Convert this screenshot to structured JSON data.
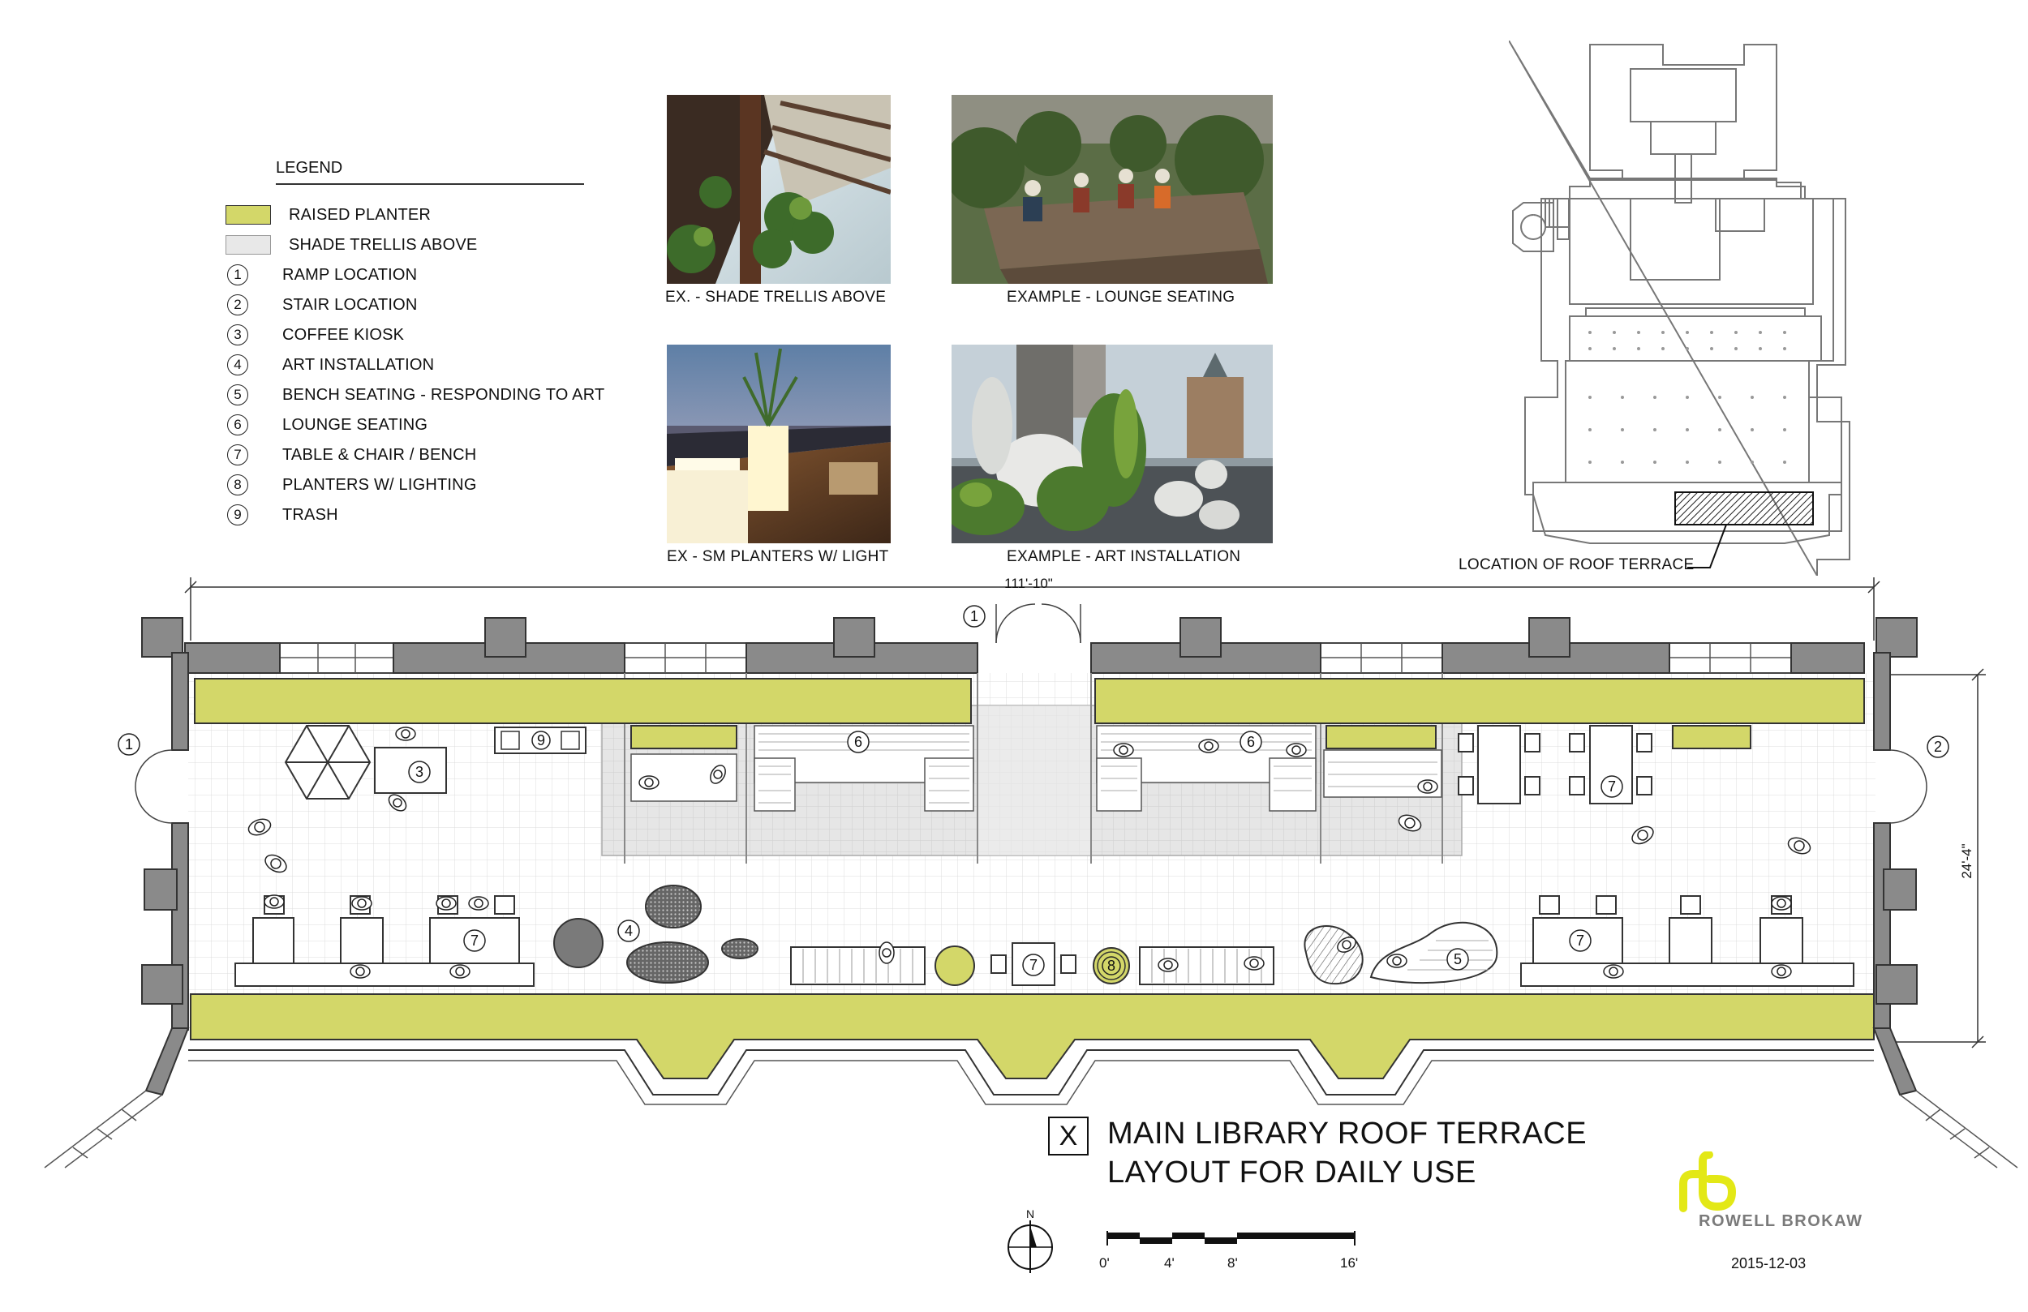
{
  "legend": {
    "title": "LEGEND",
    "raised_planter": "RAISED PLANTER",
    "shade_trellis": "SHADE TRELLIS ABOVE",
    "items": [
      {
        "num": "1",
        "label": "RAMP LOCATION"
      },
      {
        "num": "2",
        "label": "STAIR LOCATION"
      },
      {
        "num": "3",
        "label": "COFFEE KIOSK"
      },
      {
        "num": "4",
        "label": "ART INSTALLATION"
      },
      {
        "num": "5",
        "label": "BENCH SEATING - RESPONDING TO ART"
      },
      {
        "num": "6",
        "label": "LOUNGE SEATING"
      },
      {
        "num": "7",
        "label": "TABLE & CHAIR / BENCH"
      },
      {
        "num": "8",
        "label": "PLANTERS W/ LIGHTING"
      },
      {
        "num": "9",
        "label": "TRASH"
      }
    ]
  },
  "photos": {
    "trellis": "EX.  - SHADE TRELLIS ABOVE",
    "lounge": "EXAMPLE - LOUNGE SEATING",
    "planters": "EX - SM PLANTERS W/ LIGHT",
    "art": "EXAMPLE - ART INSTALLATION"
  },
  "keyplan": {
    "label": "LOCATION OF ROOF TERRACE"
  },
  "plan": {
    "width_dim": "111'-10\"",
    "depth_dim": "24'-4\"",
    "tags": {
      "ramp": "1",
      "stair": "2",
      "kiosk": "3",
      "art": "4",
      "bench": "5",
      "lounge": "6",
      "table": "7",
      "planter": "8",
      "trash": "9"
    }
  },
  "title": {
    "marker": "X",
    "line1": "MAIN LIBRARY ROOF TERRACE",
    "line2": "LAYOUT FOR DAILY USE"
  },
  "north": "N",
  "scale": [
    "0'",
    "4'",
    "8'",
    "16'"
  ],
  "firm": "ROWELL BROKAW",
  "date": "2015-12-03",
  "colors": {
    "planter": "#d3d769",
    "trellis": "#e4e4e4",
    "wall": "#8a8a8a",
    "brand": "#e3e816"
  }
}
